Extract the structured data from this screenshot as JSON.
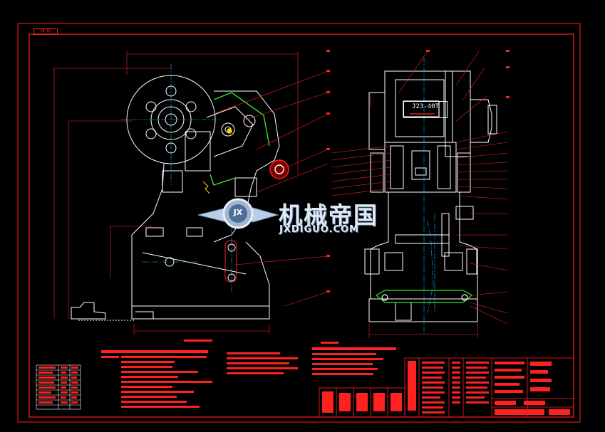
{
  "drawing": {
    "sheet_tag": "JB-01",
    "model_label": "J23-40T",
    "watermark_cn": "机械帝国",
    "watermark_en": "JXDIGUO.COM",
    "logo_letters": "JX"
  },
  "colors": {
    "background": "#000000",
    "frame": "#ff2020",
    "outline": "#ffffff",
    "centerline": "#00b7ff",
    "green": "#2ee82e",
    "text": "#ff2020"
  }
}
